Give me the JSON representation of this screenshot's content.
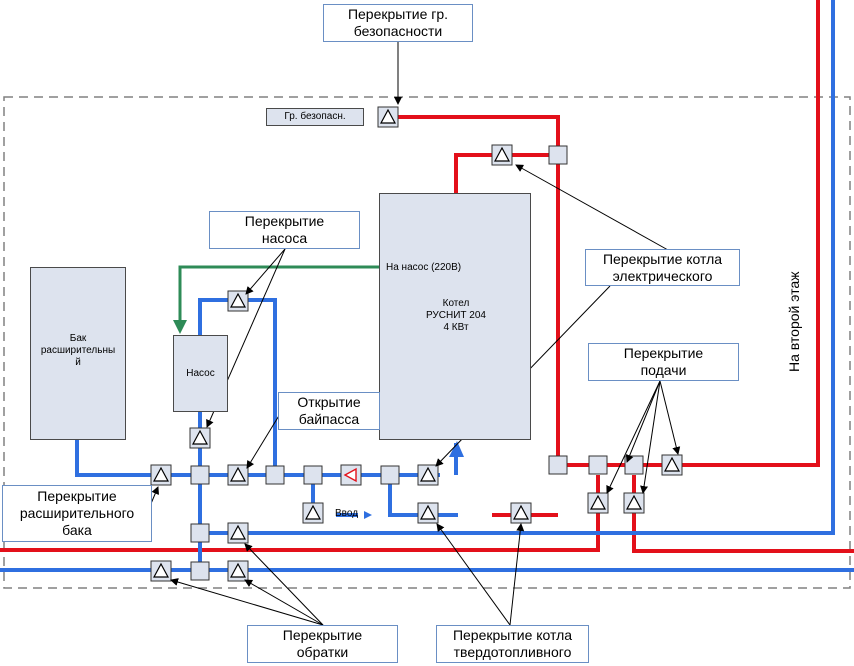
{
  "callouts": {
    "safety_group_shutoff": "Перекрытие гр.\nбезопасности",
    "pump_shutoff": "Перекрытие\nнасоса",
    "electric_boiler_shutoff": "Перекрытие котла\nэлектрического",
    "supply_shutoff": "Перекрытие\nподачи",
    "bypass_opening": "Открытие\nбайпасса",
    "expansion_tank_shutoff": "Перекрытие\nрасширительного\nбака",
    "return_shutoff": "Перекрытие\nобратки",
    "solid_fuel_boiler_shutoff": "Перекрытие котла\nтвердотопливного"
  },
  "units": {
    "safety_group": "Гр. безопасн.",
    "expansion_tank": "Бак\nрасширительны\nй",
    "pump": "Насос",
    "boiler_name": "Котел\nРУСНИТ 204\n4 КВт",
    "boiler_pump_power": "На насос (220В)"
  },
  "labels": {
    "inlet": "Ввод",
    "second_floor": "На второй этаж"
  },
  "colors": {
    "supply_pipe": "#e3101a",
    "return_pipe": "#2f6fe0",
    "power_line": "#2e8b57",
    "frame_dash": "#808080",
    "unit_fill": "#dde3ee",
    "callout_border": "#6a8fc4"
  }
}
